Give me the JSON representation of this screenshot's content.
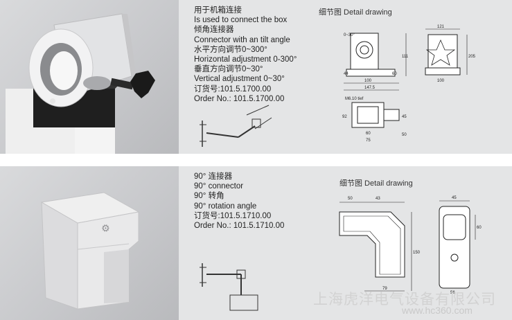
{
  "panels": [
    {
      "spec_lines": [
        "用于机箱连接",
        "Is used to connect the box",
        "倾角连接器",
        "Connector with an tilt angle",
        "水平方向调节0~300°",
        "Horizontal adjustment 0-300°",
        "垂直方向调节0~30°",
        "Vertical adjustment 0~30°",
        "订货号:101.5.1700.00",
        "Order No.: 101.5.1700.00"
      ],
      "drawing_title": "细节图 Detail drawing",
      "dims": {
        "d121": "121",
        "d111": "111",
        "d44": "44",
        "d60": "60",
        "d100a": "100",
        "d1475": "147.5",
        "d205": "205",
        "d100b": "100",
        "d030": "0~30°",
        "dm610": "M6.10 tief",
        "d92": "92",
        "d45": "45",
        "d50": "50",
        "d60b": "60",
        "d75": "75"
      }
    },
    {
      "spec_lines": [
        "90° 连接器",
        "90°  connector",
        "90° 转角",
        "90°  rotation angle",
        "订货号:101.5.1710.00",
        "Order No.: 101.5.1710.00"
      ],
      "drawing_title": "细节图 Detail drawing",
      "dims": {
        "d50": "50",
        "d43": "43",
        "d150": "150",
        "d79": "79",
        "d45": "45",
        "d60": "60",
        "d56": "56"
      }
    }
  ],
  "watermark": {
    "company": "上海虎洋电气设备有限公司",
    "url": "www.hc360.com"
  }
}
